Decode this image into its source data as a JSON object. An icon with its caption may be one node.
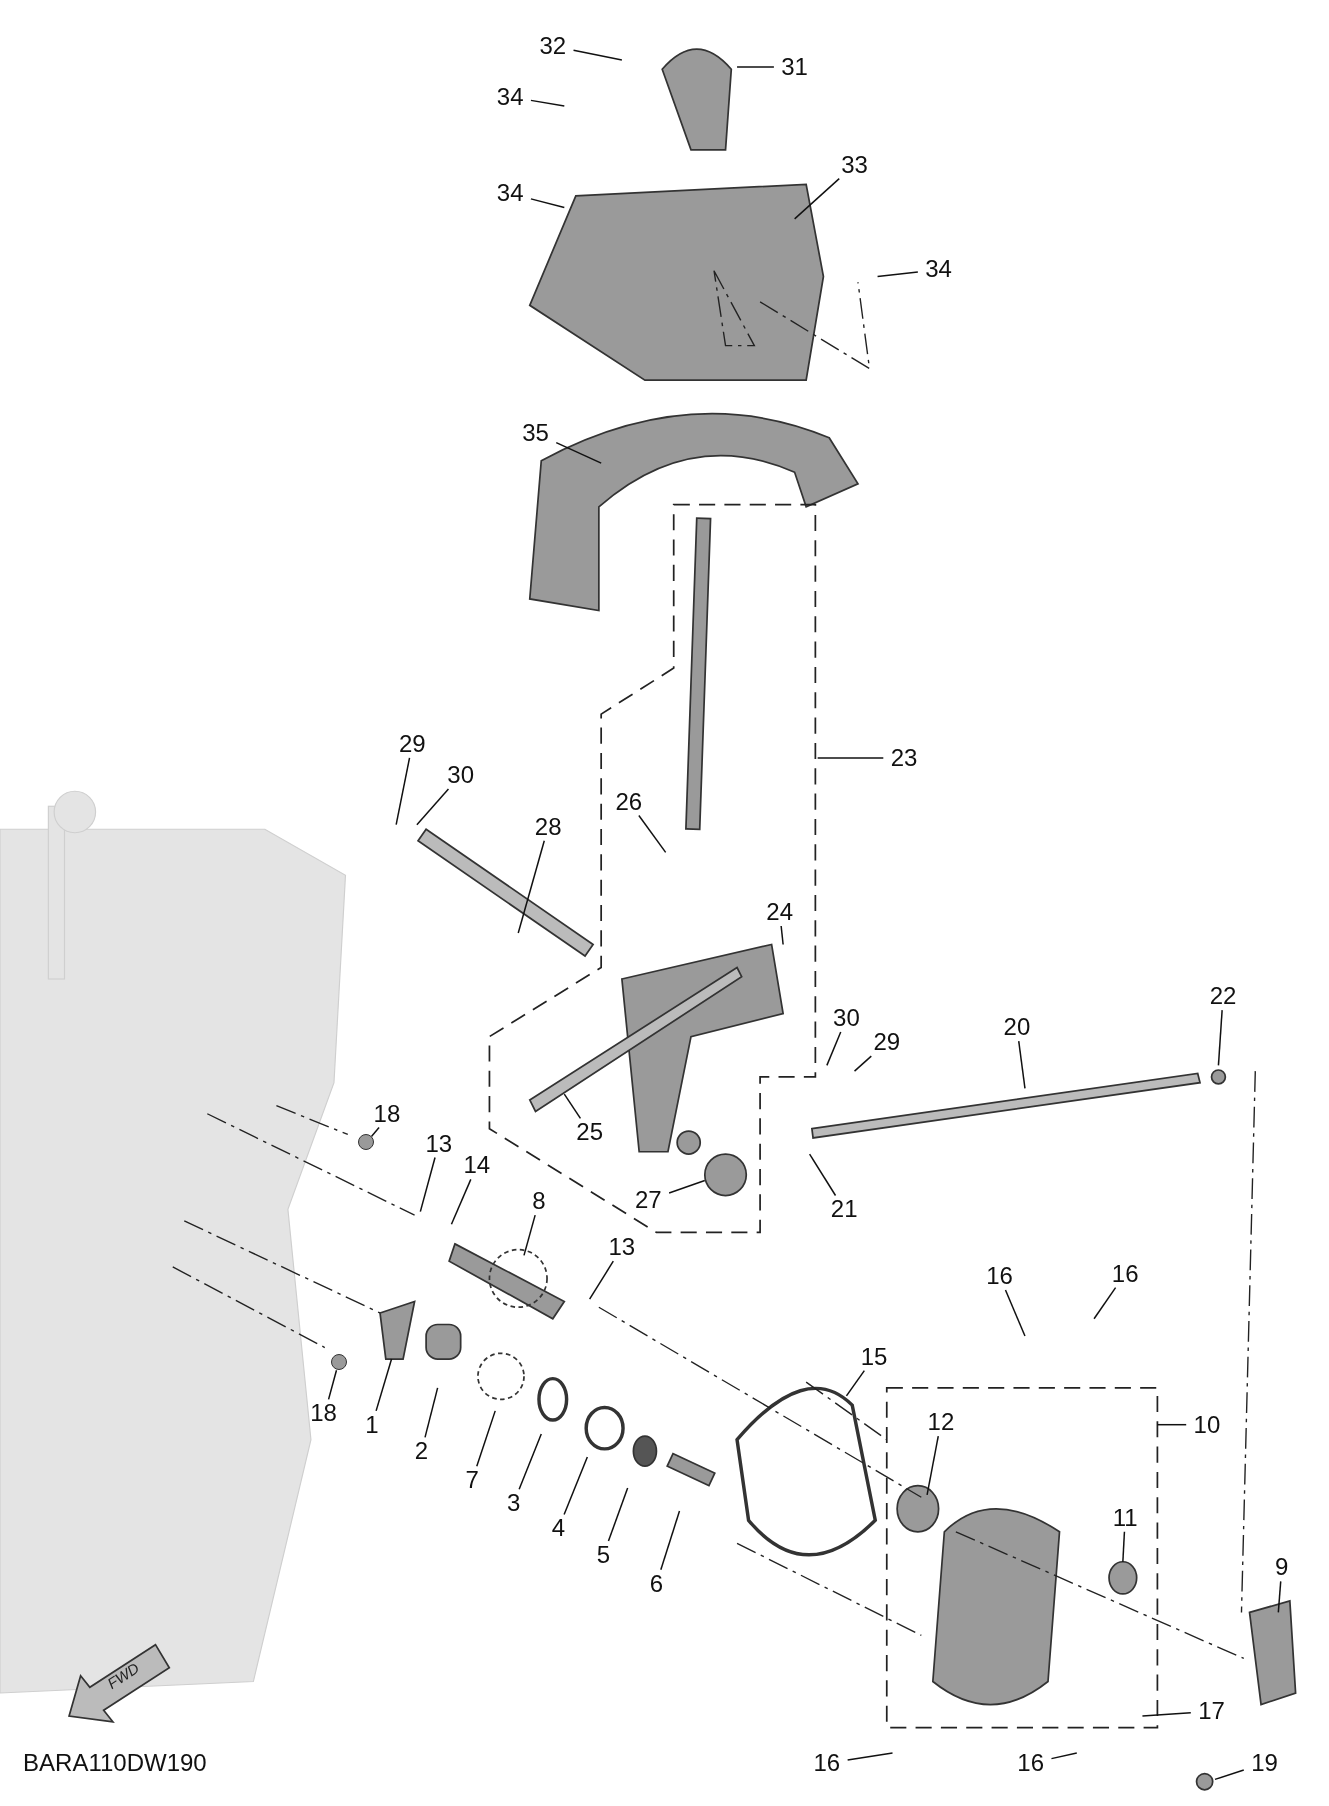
{
  "diagram": {
    "nodes": [
      {
        "text": [
          "32"
        ]
      },
      {
        "text": [
          "31"
        ]
      },
      {
        "text": [
          "34"
        ]
      },
      {
        "text": [
          "33"
        ]
      },
      {
        "text": [
          "34"
        ]
      },
      {
        "text": [
          "34"
        ]
      },
      {
        "text": [
          "35"
        ]
      },
      {
        "text": [
          "29"
        ]
      },
      {
        "text": [
          "30"
        ]
      },
      {
        "text": [
          "23"
        ]
      },
      {
        "text": [
          "28"
        ]
      },
      {
        "text": [
          "26"
        ]
      },
      {
        "text": [
          "24"
        ]
      },
      {
        "text": [
          "22"
        ]
      },
      {
        "text": [
          "20"
        ]
      },
      {
        "text": [
          "30"
        ]
      },
      {
        "text": [
          "29"
        ]
      },
      {
        "text": [
          "18"
        ]
      },
      {
        "text": [
          "25"
        ]
      },
      {
        "text": [
          "13"
        ]
      },
      {
        "text": [
          "14"
        ]
      },
      {
        "text": [
          "27"
        ]
      },
      {
        "text": [
          "8"
        ]
      },
      {
        "text": [
          "21"
        ]
      },
      {
        "text": [
          "13"
        ]
      },
      {
        "text": [
          "16"
        ]
      },
      {
        "text": [
          "16"
        ]
      },
      {
        "text": [
          "15"
        ]
      },
      {
        "text": [
          "18"
        ]
      },
      {
        "text": [
          "12"
        ]
      },
      {
        "text": [
          "10"
        ]
      },
      {
        "text": [
          "1"
        ]
      },
      {
        "text": [
          "2"
        ]
      },
      {
        "text": [
          "7"
        ]
      },
      {
        "text": [
          "3"
        ]
      },
      {
        "text": [
          "4"
        ]
      },
      {
        "text": [
          "11"
        ]
      },
      {
        "text": [
          "5"
        ]
      },
      {
        "text": [
          "6"
        ]
      },
      {
        "text": [
          "9"
        ]
      },
      {
        "text": [
          "17"
        ]
      },
      {
        "text": [
          "16"
        ]
      },
      {
        "text": [
          "16"
        ]
      },
      {
        "text": [
          "19"
        ]
      },
      {
        "text": [],
        "shape": "circle"
      },
      {
        "text": [],
        "shape": "circle"
      }
    ],
    "edges": [
      {
        "from": 0,
        "to": null,
        "arrow": "none"
      },
      {
        "from": 1,
        "to": null,
        "arrow": "none"
      },
      {
        "from": 2,
        "to": null,
        "arrow": "none"
      },
      {
        "from": 3,
        "to": null,
        "arrow": "none"
      },
      {
        "from": 4,
        "to": null,
        "arrow": "none"
      },
      {
        "from": 5,
        "to": null,
        "arrow": "none"
      },
      {
        "from": 6,
        "to": null,
        "arrow": "none"
      },
      {
        "from": 7,
        "to": null,
        "arrow": "none"
      },
      {
        "from": 8,
        "to": null,
        "arrow": "none"
      },
      {
        "from": 9,
        "to": null,
        "arrow": "none"
      },
      {
        "from": 10,
        "to": null,
        "arrow": "none"
      },
      {
        "from": 11,
        "to": null,
        "arrow": "none"
      },
      {
        "from": 12,
        "to": null,
        "arrow": "none"
      },
      {
        "from": 13,
        "to": null,
        "arrow": "none"
      },
      {
        "from": 14,
        "to": null,
        "arrow": "none"
      },
      {
        "from": 15,
        "to": null,
        "arrow": "none"
      },
      {
        "from": 16,
        "to": null,
        "arrow": "none"
      },
      {
        "from": 17,
        "to": 44,
        "arrow": "none"
      },
      {
        "from": 18,
        "to": null,
        "arrow": "none"
      },
      {
        "from": 19,
        "to": null,
        "arrow": "none"
      },
      {
        "from": 20,
        "to": null,
        "arrow": "none"
      },
      {
        "from": 21,
        "to": null,
        "arrow": "none"
      },
      {
        "from": 22,
        "to": null,
        "arrow": "none"
      },
      {
        "from": 23,
        "to": null,
        "arrow": "none"
      },
      {
        "from": 24,
        "to": null,
        "arrow": "none"
      },
      {
        "from": 25,
        "to": null,
        "arrow": "none"
      },
      {
        "from": 26,
        "to": null,
        "arrow": "none"
      },
      {
        "from": 27,
        "to": null,
        "arrow": "none"
      },
      {
        "from": 28,
        "to": 45,
        "arrow": "none"
      },
      {
        "from": 29,
        "to": null,
        "arrow": "none"
      },
      {
        "from": 30,
        "to": null,
        "arrow": "none"
      },
      {
        "from": 31,
        "to": null,
        "arrow": "none"
      },
      {
        "from": 32,
        "to": null,
        "arrow": "none"
      },
      {
        "from": 33,
        "to": null,
        "arrow": "none"
      },
      {
        "from": 34,
        "to": null,
        "arrow": "none"
      },
      {
        "from": 35,
        "to": null,
        "arrow": "none"
      },
      {
        "from": 36,
        "to": null,
        "arrow": "none"
      },
      {
        "from": 37,
        "to": null,
        "arrow": "none"
      },
      {
        "from": 38,
        "to": null,
        "arrow": "none"
      },
      {
        "from": 39,
        "to": null,
        "arrow": "none"
      },
      {
        "from": 40,
        "to": null,
        "arrow": "none"
      },
      {
        "from": 41,
        "to": null,
        "arrow": "none"
      },
      {
        "from": 42,
        "to": null,
        "arrow": "none"
      },
      {
        "from": 43,
        "to": null,
        "arrow": "none"
      }
    ],
    "labels": [
      "FWD",
      "BARA110DW190"
    ]
  }
}
